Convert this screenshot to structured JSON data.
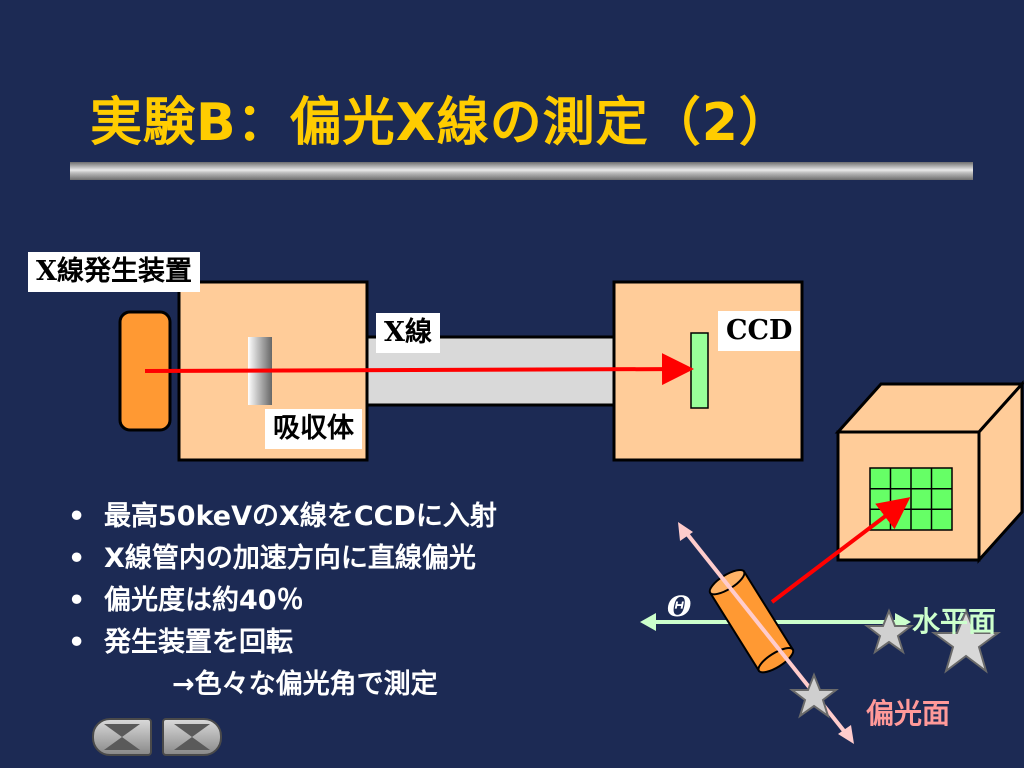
{
  "title": "実験B：偏光X線の測定（2）",
  "labels": {
    "generator": "X線発生装置",
    "xray": "X線",
    "absorber": "吸収体",
    "ccd": "CCD",
    "theta": "Θ",
    "horizontal_plane": "水平面",
    "polarization_plane": "偏光面"
  },
  "bullets": [
    {
      "marker": "•",
      "text": "最高50keVのX線をCCDに入射"
    },
    {
      "marker": "•",
      "text": "X線管内の加速方向に直線偏光"
    },
    {
      "marker": "•",
      "text": "偏光度は約40％"
    },
    {
      "marker": "•",
      "text": "発生装置を回転"
    },
    {
      "marker": "",
      "text": "→色々な偏光角で測定"
    }
  ],
  "colors": {
    "background": "#1c2a54",
    "title": "#ffcc00",
    "box_fill": "#ffcc99",
    "beam": "#ff0000",
    "source": "#ff9933",
    "ccd": "#99ff99",
    "horizontal_axis": "#ccffcc",
    "polarization_axis": "#ffcccc"
  },
  "nav": {
    "prev_icon": "prev-slide-icon",
    "next_icon": "next-slide-icon"
  }
}
